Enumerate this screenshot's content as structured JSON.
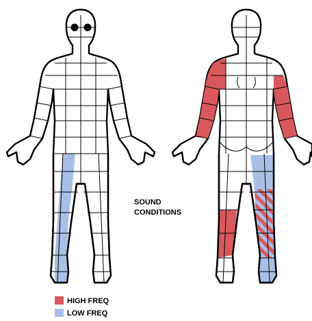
{
  "conditions": {
    "line1": "SOUND",
    "line2": "CONDITIONS"
  },
  "legend": {
    "high": {
      "label": "HIGH FREQ",
      "color": "#d9585c"
    },
    "low": {
      "label": "LOW FREQ",
      "color": "#a9c0e6"
    }
  }
}
